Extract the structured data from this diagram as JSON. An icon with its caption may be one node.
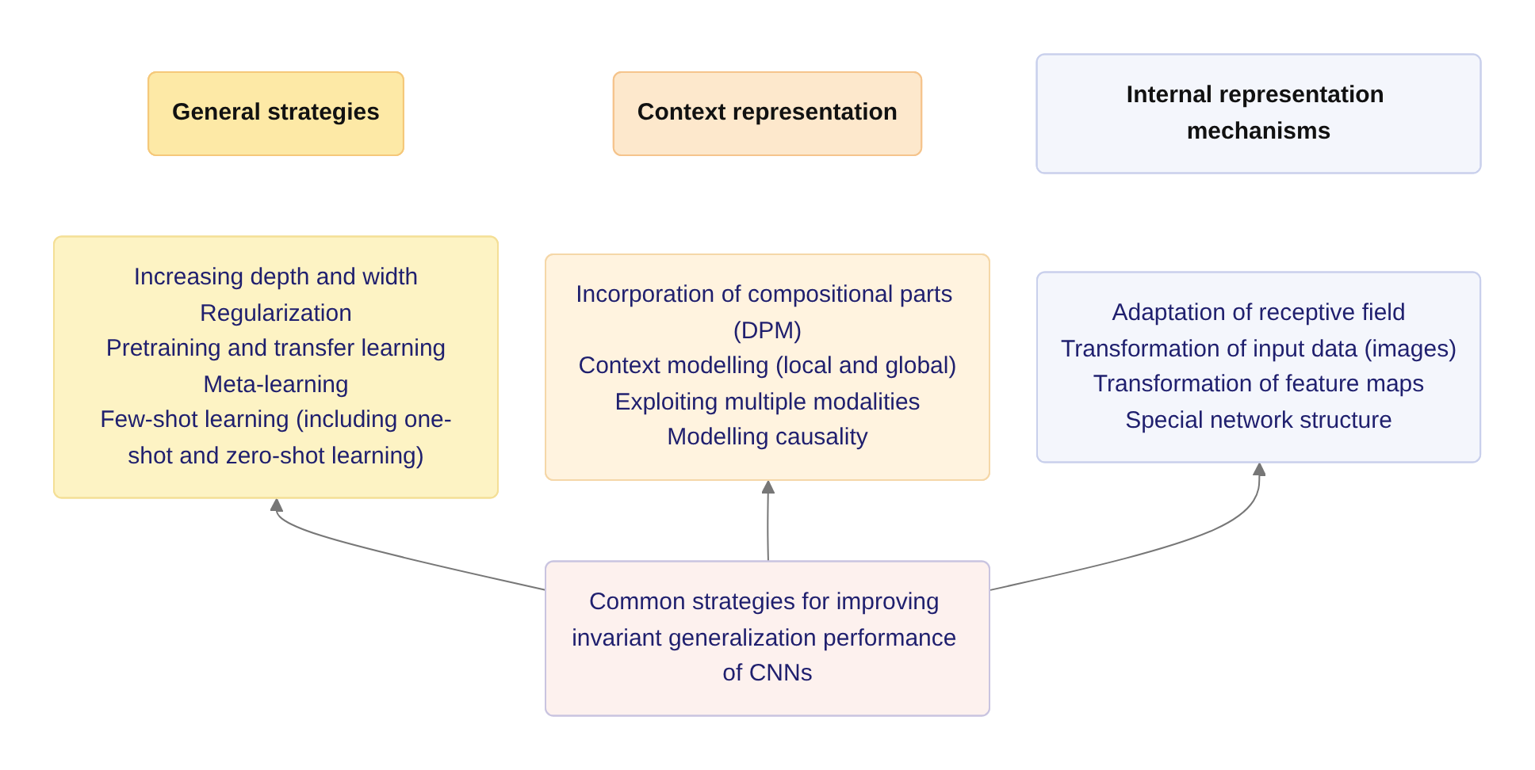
{
  "diagram": {
    "nodes": [
      {
        "text": [
          "General strategies"
        ]
      },
      {
        "text": [
          "Context representation"
        ]
      },
      {
        "text": [
          "Internal representation mechanisms"
        ]
      },
      {
        "text": [
          "Increasing depth and width",
          "Regularization",
          "Pretraining and transfer learning",
          "Meta-learning",
          "Few-shot learning (including one-shot and zero-shot learning)"
        ]
      },
      {
        "text": [
          "Incorporation of compositional parts (DPM)",
          "Context modelling (local and global)",
          "Exploiting multiple modalities",
          "Modelling causality"
        ]
      },
      {
        "text": [
          "Adaptation of receptive field",
          "Transformation of input data (images)",
          "Transformation of feature maps",
          "Special network structure"
        ]
      },
      {
        "text": [
          "Common strategies for improving invariant generalization performance of CNNs"
        ]
      }
    ],
    "edges": [
      {
        "from": 6,
        "to": 3,
        "arrow": "to"
      },
      {
        "from": 6,
        "to": 4,
        "arrow": "to"
      },
      {
        "from": 6,
        "to": 5,
        "arrow": "to"
      }
    ]
  }
}
